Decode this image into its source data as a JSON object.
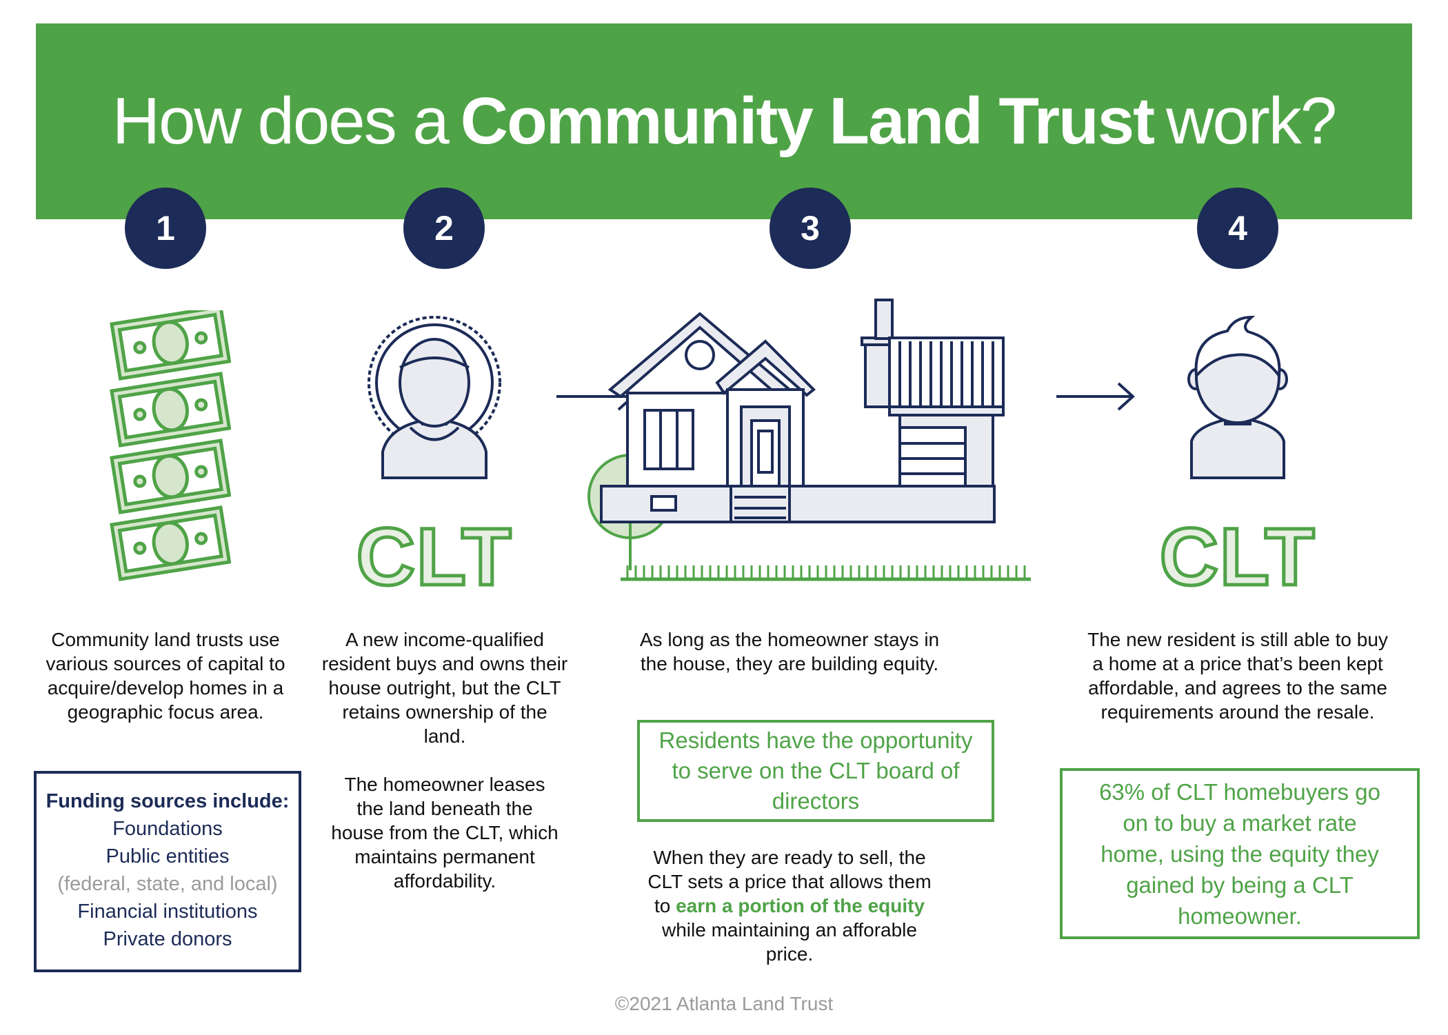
{
  "title": {
    "pre": "How does a",
    "bold": "Community Land Trust",
    "post": "work?"
  },
  "steps": [
    {
      "number": "1",
      "text": "Community land trusts use various sources of capital to acquire/develop homes in a geographic focus area.",
      "funding": {
        "heading": "Funding sources include:",
        "items": [
          "Foundations",
          "Public entities"
        ],
        "muted": "(federal, state, and local)",
        "items2": [
          "Financial institutions",
          "Private donors"
        ]
      }
    },
    {
      "number": "2",
      "badge": "CLT",
      "text1": "A new income-qualified resident buys and owns their house outright, but the CLT retains ownership of the land.",
      "text2": "The homeowner leases the land beneath the house from the CLT, which maintains permanent affordability."
    },
    {
      "number": "3",
      "text1": "As long as the homeowner stays in the house, they are building equity.",
      "callout": "Residents have the opportunity to serve on the CLT board of directors",
      "text2_pre": "When they are ready to sell, the CLT sets a price that allows them to",
      "text2_em": "earn a portion of the equity",
      "text2_post": "while maintaining an afforable price."
    },
    {
      "number": "4",
      "badge": "CLT",
      "text": "The new resident is still able to buy a home at a price that’s been kept affordable, and agrees to the same requirements around the resale.",
      "callout": "63% of CLT homebuyers go on to buy a market rate home, using the equity they gained by being a CLT homeowner."
    }
  ],
  "footer": "©2021 Atlanta Land Trust",
  "colors": {
    "green": "#4fa347",
    "navy": "#1c2b57",
    "light": "#e8efe3"
  }
}
